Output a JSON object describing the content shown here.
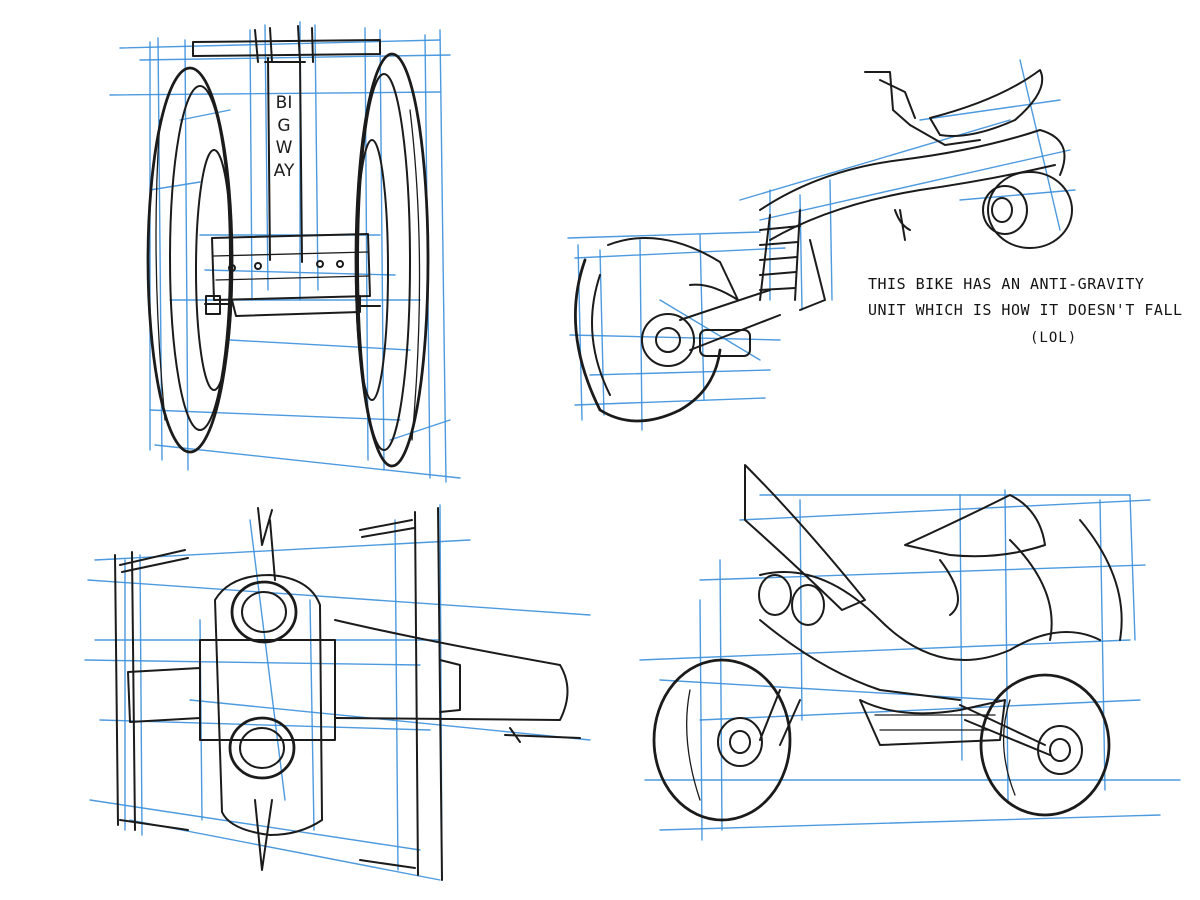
{
  "sheet": {
    "background": "#ffffff",
    "ink_color": "#1b1b1b",
    "construction_color": "#3a8fdc"
  },
  "sketches": {
    "segway": {
      "brand_text": "BIGWAY"
    },
    "flying_bike": {
      "note_line1": "THIS BIKE HAS AN ANTI-GRAVITY",
      "note_line2": "UNIT WHICH IS HOW IT DOESN'T FALL",
      "note_aside": "(LOL)"
    },
    "top_view_vehicle": {},
    "trike": {}
  }
}
